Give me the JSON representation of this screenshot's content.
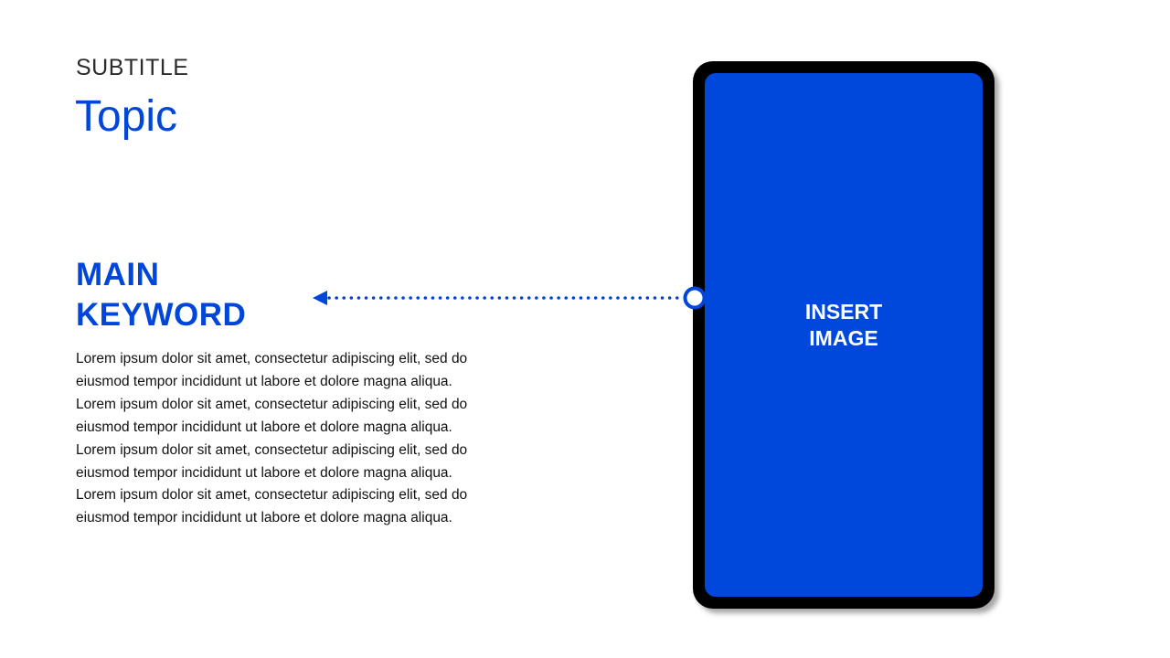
{
  "header": {
    "subtitle": "SUBTITLE",
    "topic": "Topic"
  },
  "keyword": {
    "line1": "MAIN",
    "line2": "KEYWORD"
  },
  "body": [
    "Lorem ipsum dolor sit amet, consectetur adipiscing elit, sed do",
    "eiusmod tempor incididunt ut labore et dolore magna aliqua.",
    "Lorem ipsum dolor sit amet, consectetur adipiscing elit, sed do",
    "eiusmod tempor incididunt ut labore et dolore magna aliqua.",
    "Lorem ipsum dolor sit amet, consectetur adipiscing elit, sed do",
    "eiusmod tempor incididunt ut labore et dolore magna aliqua.",
    "Lorem ipsum dolor sit amet, consectetur adipiscing elit, sed do",
    "eiusmod tempor incididunt ut labore et dolore magna aliqua."
  ],
  "phone": {
    "placeholder_line1": "INSERT",
    "placeholder_line2": "IMAGE"
  },
  "colors": {
    "accent": "#0047d9",
    "frame": "#000000"
  }
}
